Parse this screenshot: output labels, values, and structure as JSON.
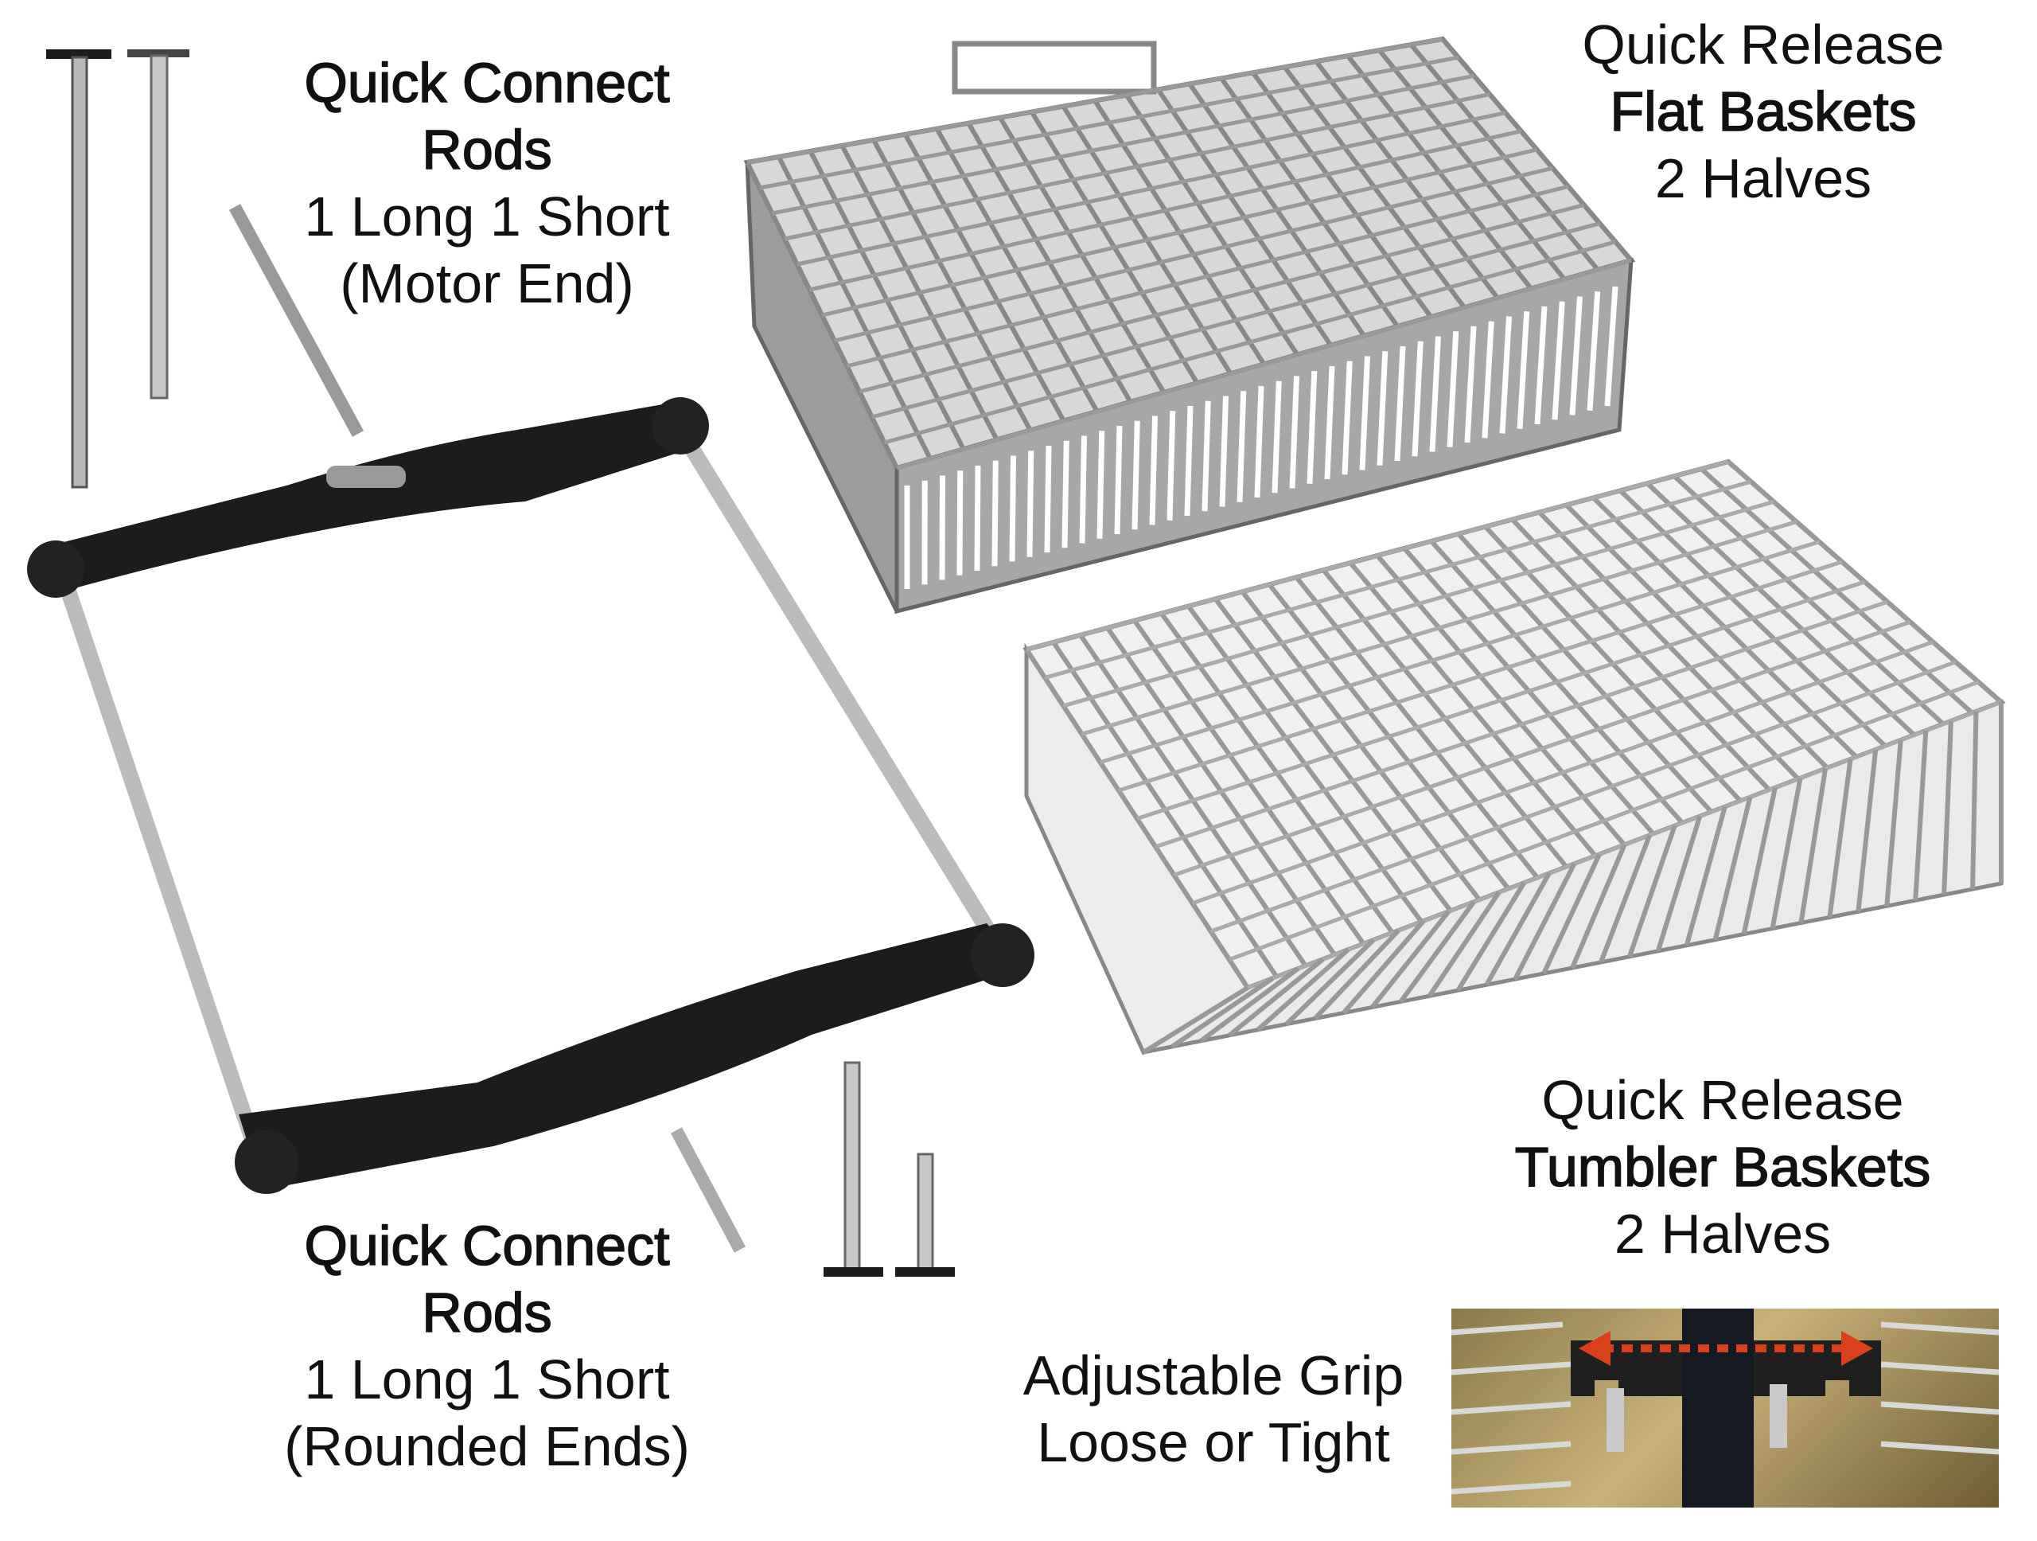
{
  "labels": {
    "motor_rods": {
      "title": "Quick Connect",
      "title2": "Rods",
      "line1": "1 Long 1 Short",
      "line2": "(Motor End)"
    },
    "flat_baskets": {
      "line0": "Quick Release",
      "title": "Flat Baskets",
      "line1": "2 Halves"
    },
    "rounded_rods": {
      "title": "Quick Connect",
      "title2": "Rods",
      "line1": "1 Long 1 Short",
      "line2": "(Rounded Ends)"
    },
    "tumbler_baskets": {
      "line0": "Quick Release",
      "title": "Tumbler Baskets",
      "line1": "2 Halves"
    },
    "grip": {
      "line1": "Adjustable Grip",
      "line2": "Loose or Tight"
    }
  },
  "colors": {
    "frame": "#1c1c1c",
    "steel": "#9a9a9a",
    "arrow": "#d9401c"
  }
}
